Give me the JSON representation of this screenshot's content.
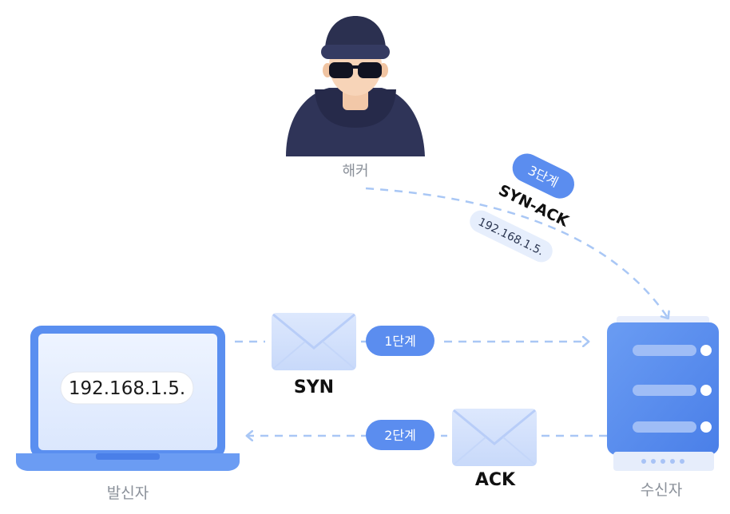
{
  "hacker": {
    "caption": "해커"
  },
  "sender": {
    "caption": "발신자",
    "ip": "192.168.1.5."
  },
  "receiver": {
    "caption": "수신자"
  },
  "steps": [
    {
      "badge": "1단계",
      "packet": "SYN"
    },
    {
      "badge": "2단계",
      "packet": "ACK"
    },
    {
      "badge": "3단계",
      "packet": "SYN-ACK",
      "ip": "192.168.1.5."
    }
  ],
  "colors": {
    "accent": "#5b8def",
    "dash": "#a9c7f5",
    "hoodie": "#2f3458",
    "server": "#5a8ff0"
  }
}
